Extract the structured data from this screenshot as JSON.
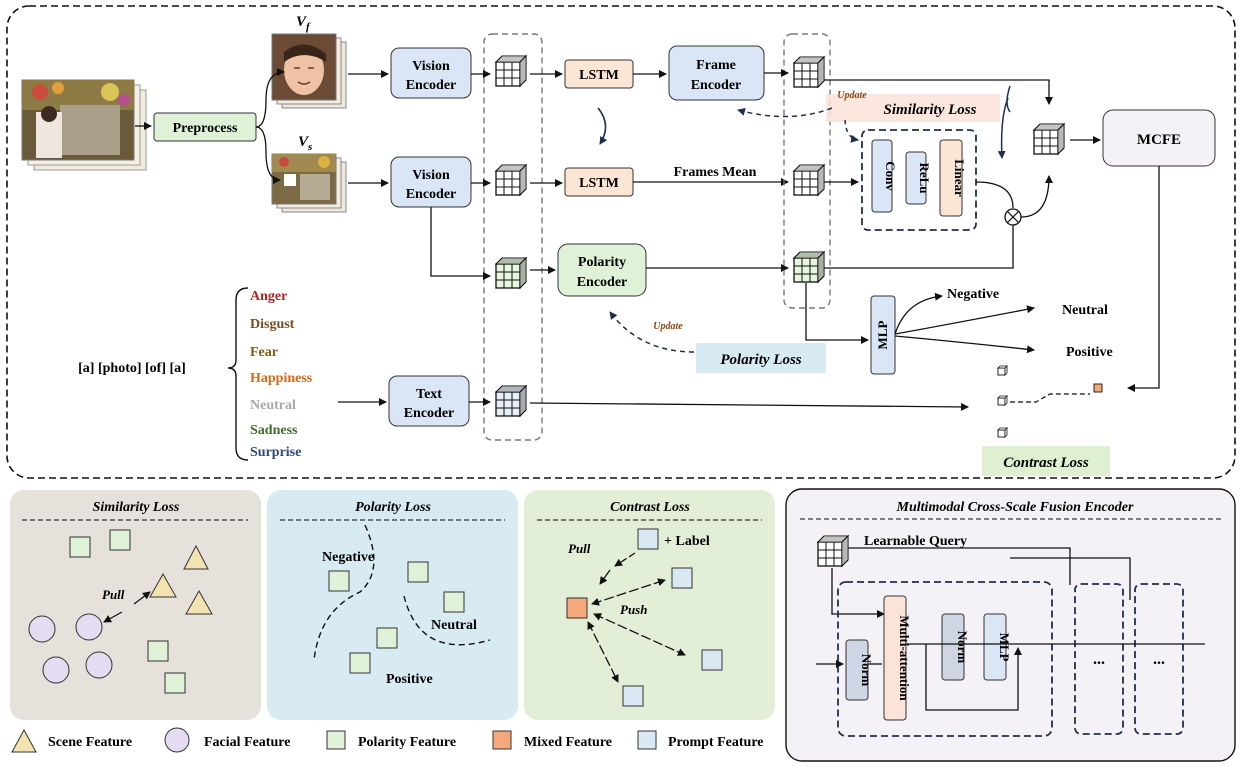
{
  "inputs": {
    "vf": "V",
    "vf_sub": "f",
    "vs": "V",
    "vs_sub": "s"
  },
  "blocks": {
    "preprocess": "Preprocess",
    "vision_encoder_1": [
      "Vision",
      "Encoder"
    ],
    "vision_encoder_2": [
      "Vision",
      "Encoder"
    ],
    "lstm_1": "LSTM",
    "lstm_2": "LSTM",
    "frame_encoder": [
      "Frame",
      "Encoder"
    ],
    "polarity_encoder": [
      "Polarity",
      "Encoder"
    ],
    "text_encoder": [
      "Text",
      "Encoder"
    ],
    "mcfe": "MCFE",
    "conv": "Conv",
    "relu": "ReLu",
    "linear": "Linear",
    "mlp": "MLP"
  },
  "labels": {
    "frames_mean": "Frames Mean",
    "update_1": "Update",
    "update_2": "Update",
    "similarity_loss": "Similarity Loss",
    "polarity_loss": "Polarity Loss",
    "contrast_loss": "Contrast Loss",
    "negative": "Negative",
    "neutral": "Neutral",
    "positive": "Positive",
    "prompt": "[a] [photo] [of] [a]"
  },
  "emotions": [
    {
      "name": "Anger",
      "color": "#b22222"
    },
    {
      "name": "Disgust",
      "color": "#7a4a1e"
    },
    {
      "name": "Fear",
      "color": "#7a5c14"
    },
    {
      "name": "Happiness",
      "color": "#d2691e"
    },
    {
      "name": "Neutral",
      "color": "#a9a9a9"
    },
    {
      "name": "Sadness",
      "color": "#3e6b2e"
    },
    {
      "name": "Surprise",
      "color": "#2c4a7a"
    }
  ],
  "panels": {
    "similarity": {
      "title": "Similarity Loss",
      "pull": "Pull"
    },
    "polarity": {
      "title": "Polarity Loss",
      "negative": "Negative",
      "neutral": "Neutral",
      "positive": "Positive"
    },
    "contrast": {
      "title": "Contrast Loss",
      "pull": "Pull",
      "push": "Push",
      "label": "+ Label"
    },
    "mcfe": {
      "title": "Multimodal Cross-Scale Fusion Encoder",
      "query": "Learnable Query",
      "norm": "Norm",
      "multi_attention": "Multi-attention",
      "norm2": "Norm",
      "mlp": "MLP",
      "dots": "..."
    }
  },
  "legend": [
    {
      "name": "Scene Feature",
      "shape": "triangle"
    },
    {
      "name": "Facial Feature",
      "shape": "circle"
    },
    {
      "name": "Polarity Feature",
      "shape": "square-green"
    },
    {
      "name": "Mixed Feature",
      "shape": "square-orange"
    },
    {
      "name": "Prompt Feature",
      "shape": "square-blue"
    }
  ],
  "colors": {
    "block_blue": "#dae6f5",
    "block_green": "#dff2d8",
    "block_orange": "#fbe6d6",
    "panel_sim": "#e6e1da",
    "panel_pol": "#d8ebf3",
    "panel_con": "#e2eed6",
    "panel_mcfe": "#f5f2f7"
  }
}
